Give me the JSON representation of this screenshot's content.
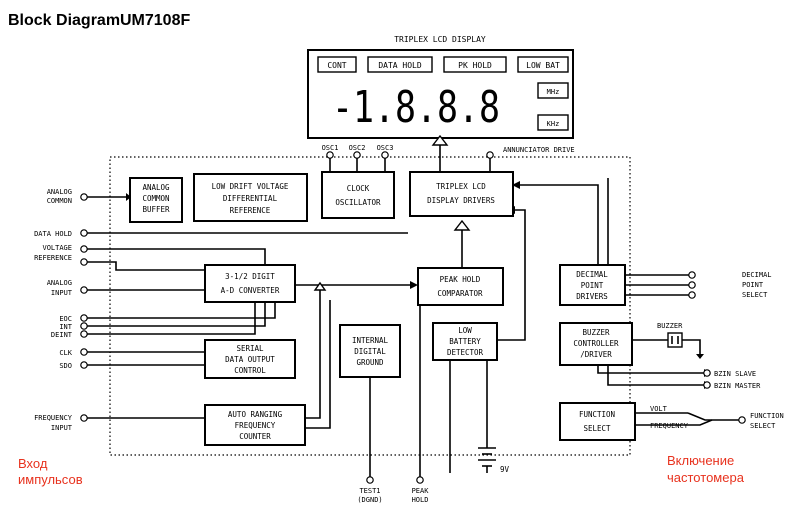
{
  "title": {
    "main": "Block Diagram",
    "model": "UM7108F"
  },
  "display": {
    "title": "TRIPLEX LCD DISPLAY",
    "indicators": [
      "CONT",
      "DATA HOLD",
      "PK HOLD",
      "LOW BAT"
    ],
    "digits": "-1.8.8.8",
    "units": [
      "MHz",
      "KHz"
    ]
  },
  "blocks": {
    "analog_buffer": [
      "ANALOG",
      "COMMON",
      "BUFFER"
    ],
    "reference": [
      "LOW DRIFT VOLTAGE",
      "DIFFERENTIAL",
      "REFERENCE"
    ],
    "clock": [
      "CLOCK",
      "OSCILLATOR"
    ],
    "lcd_drivers": [
      "TRIPLEX LCD",
      "DISPLAY DRIVERS"
    ],
    "adc": [
      "3-1/2 DIGIT",
      "A-D CONVERTER"
    ],
    "peak_hold": [
      "PEAK HOLD",
      "COMPARATOR"
    ],
    "decimal_drivers": [
      "DECIMAL",
      "POINT",
      "DRIVERS"
    ],
    "low_battery": [
      "LOW",
      "BATTERY",
      "DETECTOR"
    ],
    "internal_ground": [
      "INTERNAL",
      "DIGITAL",
      "GROUND"
    ],
    "serial": [
      "SERIAL",
      "DATA OUTPUT",
      "CONTROL"
    ],
    "buzzer_ctrl": [
      "BUZZER",
      "CONTROLLER",
      "/DRIVER"
    ],
    "freq_counter": [
      "AUTO RANGING",
      "FREQUENCY",
      "COUNTER"
    ],
    "function_select": [
      "FUNCTION",
      "SELECT"
    ]
  },
  "pins": {
    "osc": [
      "OSC1",
      "OSC2",
      "OSC3"
    ],
    "annunciator": "ANNUNCIATOR DRIVE",
    "analog_common": [
      "ANALOG",
      "COMMON"
    ],
    "data_hold": "DATA HOLD",
    "voltage_reference": [
      "VOLTAGE",
      "REFERENCE"
    ],
    "analog_input": [
      "ANALOG",
      "INPUT"
    ],
    "eoc": "EOC",
    "int": "INT",
    "deint": "DEINT",
    "clk": "CLK",
    "sdo": "SDO",
    "frequency_input": [
      "FREQUENCY",
      "INPUT"
    ],
    "test1": [
      "TEST1",
      "(DGND)"
    ],
    "peak_hold_pin": [
      "PEAK",
      "HOLD"
    ],
    "decimal_point_select": [
      "DECIMAL",
      "POINT",
      "SELECT"
    ],
    "buzzer": "BUZZER",
    "bzin_slave": "BZIN SLAVE",
    "bzin_master": "BZIN MASTER",
    "volt": "VOLT",
    "frequency": "FREQUENCY",
    "function_select": [
      "FUNCTION",
      "SELECT"
    ],
    "battery": "9V"
  },
  "annotations": {
    "left": [
      "Вход",
      "импульсов"
    ],
    "right": [
      "Включение",
      "частотомера"
    ]
  },
  "colors": {
    "annotation": "#e8321e",
    "line": "#000000",
    "background": "#ffffff"
  }
}
